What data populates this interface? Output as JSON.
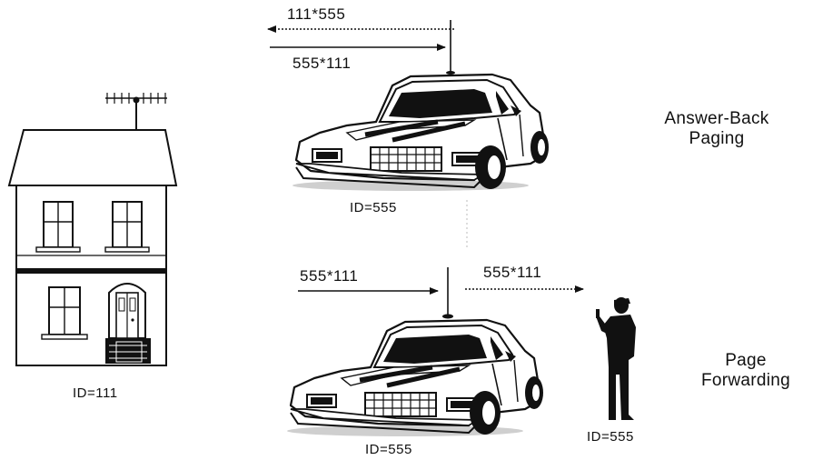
{
  "top_scenario": {
    "return_message": "111*555",
    "outgoing_message": "555*111",
    "car_id": "ID=555",
    "mode_line1": "Answer-Back",
    "mode_line2": "Paging"
  },
  "bottom_scenario": {
    "incoming_message": "555*111",
    "forwarded_message": "555*111",
    "car_id": "ID=555",
    "person_id": "ID=555",
    "mode_line1": "Page",
    "mode_line2": "Forwarding"
  },
  "house": {
    "id": "ID=111"
  }
}
